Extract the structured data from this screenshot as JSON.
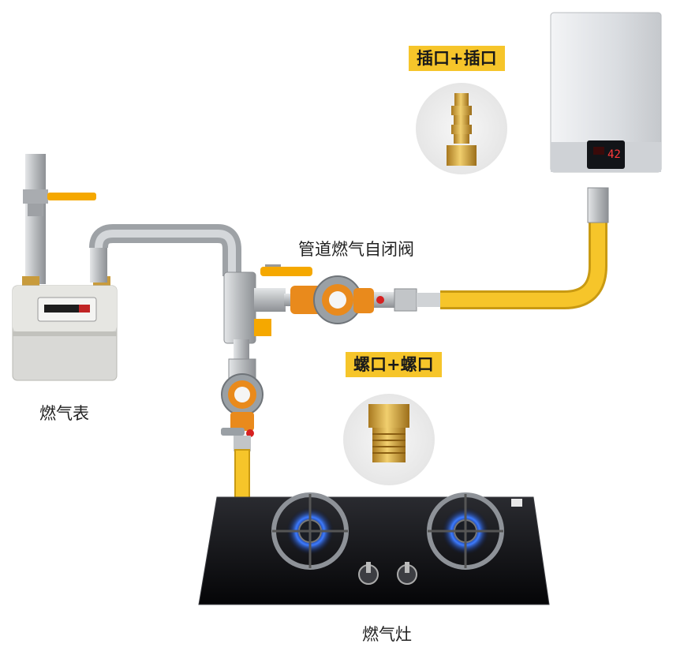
{
  "labels": {
    "gas_meter": "燃气表",
    "auto_shutoff_valve": "管道燃气自闭阀",
    "gas_stove": "燃气灶",
    "water_heater_display": "42"
  },
  "tags": {
    "insert_insert": "插口+插口",
    "screw_screw": "螺口+螺口"
  },
  "colors": {
    "hose_yellow": "#f6c52a",
    "tag_yellow": "#f6c52a",
    "valve_handle": "#f5a800",
    "valve_body": "#e98a1c",
    "pipe_gray": "#b9bcbf",
    "stove_glass": "#0f0f12",
    "flame_blue": "#2f6bff",
    "display_red": "#ff3a3a"
  }
}
